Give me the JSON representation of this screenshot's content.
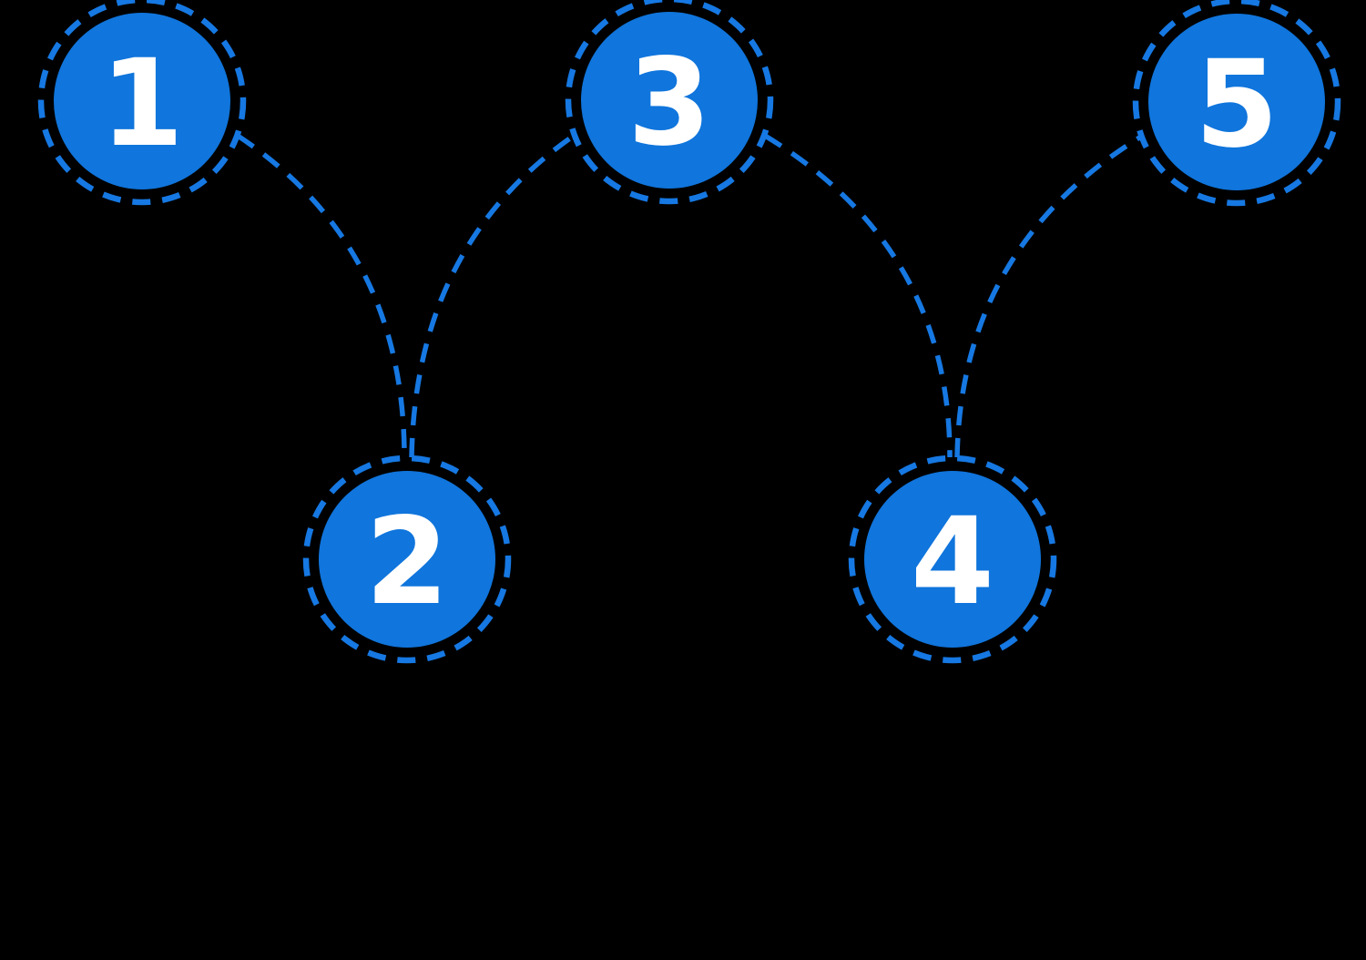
{
  "diagram": {
    "kind": "numbered-process-flow",
    "background_color": "#000000",
    "circle_fill_color": "#1075DC",
    "dash_stroke_color": "#1678E2",
    "number_color": "#FFFFFF",
    "steps": [
      {
        "number": "1"
      },
      {
        "number": "2"
      },
      {
        "number": "3"
      },
      {
        "number": "4"
      },
      {
        "number": "5"
      }
    ]
  }
}
